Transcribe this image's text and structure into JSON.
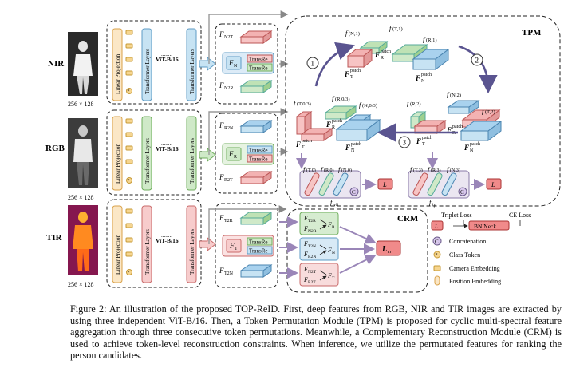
{
  "modalities": [
    {
      "name": "NIR",
      "size": "256 × 128",
      "linear": "Linear Projection",
      "transformer": "Transformer Layers",
      "vit": "ViT-B/16",
      "transformer2": "Transformer Layers"
    },
    {
      "name": "RGB",
      "size": "256 × 128",
      "linear": "Linear Projection",
      "transformer": "Transformer Layers",
      "vit": "ViT-B/16",
      "transformer2": "Transformer Layers"
    },
    {
      "name": "TIR",
      "size": "256 × 128",
      "linear": "Linear Projection",
      "transformer": "Transformer Layers",
      "vit": "ViT-B/16",
      "transformer2": "Transformer Layers"
    }
  ],
  "dots": "........",
  "mid": {
    "nir": {
      "top": "F",
      "top_sub": "N2T",
      "center": "F",
      "center_sub": "N",
      "transre1": "TransRe",
      "transre2": "TransRe",
      "bottom": "F",
      "bottom_sub": "N2R"
    },
    "rgb": {
      "top": "F",
      "top_sub": "R2N",
      "center": "F",
      "center_sub": "R",
      "transre1": "TransRe",
      "transre2": "TransRe",
      "bottom": "F",
      "bottom_sub": "R2T"
    },
    "tir": {
      "top": "F",
      "top_sub": "T2R",
      "center": "F",
      "center_sub": "T",
      "transre1": "TransRe",
      "transre2": "TransRe",
      "bottom": "F",
      "bottom_sub": "T2N"
    }
  },
  "tpm": {
    "title": "TPM",
    "step1": "1",
    "step2": "2",
    "step3": "3",
    "f_N1": "(N,1)",
    "f_T1": "(T,1)",
    "f_R1": "(R,1)",
    "FR": "F",
    "FR_sub": "R",
    "FR_sup": "patch",
    "FT": "F",
    "FT_sub": "T",
    "FT_sup": "patch",
    "FN": "F",
    "FN_sub": "N",
    "FN_sup": "patch",
    "f_T03": "(T,0/3)",
    "f_R03": "(R,0/3)",
    "f_N03": "(N,0/3)",
    "f_R2": "(R,2)",
    "f_N2": "(N,2)",
    "f_T2": "(T,2)",
    "tokens_left": [
      "(T,0)",
      "(R,0)",
      "(N,0)"
    ],
    "tokens_right": [
      "(T,3)",
      "(R,3)",
      "(N,3)"
    ],
    "concat": "C",
    "loss": "L",
    "f_vit": "vit",
    "f_tp": "tp"
  },
  "crm": {
    "title": "CRM",
    "g1": [
      {
        "f": "F",
        "sub": "T2R"
      },
      {
        "f": "F",
        "sub": "N2R"
      }
    ],
    "g1_out": {
      "f": "F",
      "sub": "R"
    },
    "g2": [
      {
        "f": "F",
        "sub": "T2N"
      },
      {
        "f": "F",
        "sub": "R2N"
      }
    ],
    "g2_out": {
      "f": "F",
      "sub": "N"
    },
    "g3": [
      {
        "f": "F",
        "sub": "N2T"
      },
      {
        "f": "F",
        "sub": "R2T"
      }
    ],
    "g3_out": {
      "f": "F",
      "sub": "T"
    },
    "lcr": "L",
    "lcr_sub": "cr"
  },
  "legend": {
    "triplet": "Triplet Loss",
    "ce": "CE Loss",
    "bnneck": "BN Neck",
    "loss": "L",
    "concat_sym": "C",
    "concat": "Concatenation",
    "class_token": "Class Token",
    "camera": "Camera Embedding",
    "position": "Position Embedding"
  },
  "caption": "Figure 2: An illustration of the proposed TOP-ReID. First, deep features from RGB, NIR and TIR images are extracted by using three independent ViT-B/16. Then, a Token Permutation Module (TPM) is proposed for cyclic multi-spectral feature aggregation through three consecutive token permutations. Meanwhile, a Complementary Reconstruction Module (CRM) is used to achieve token-level reconstruction constraints. When inference, we utilize the permutated features for ranking the person candidates."
}
